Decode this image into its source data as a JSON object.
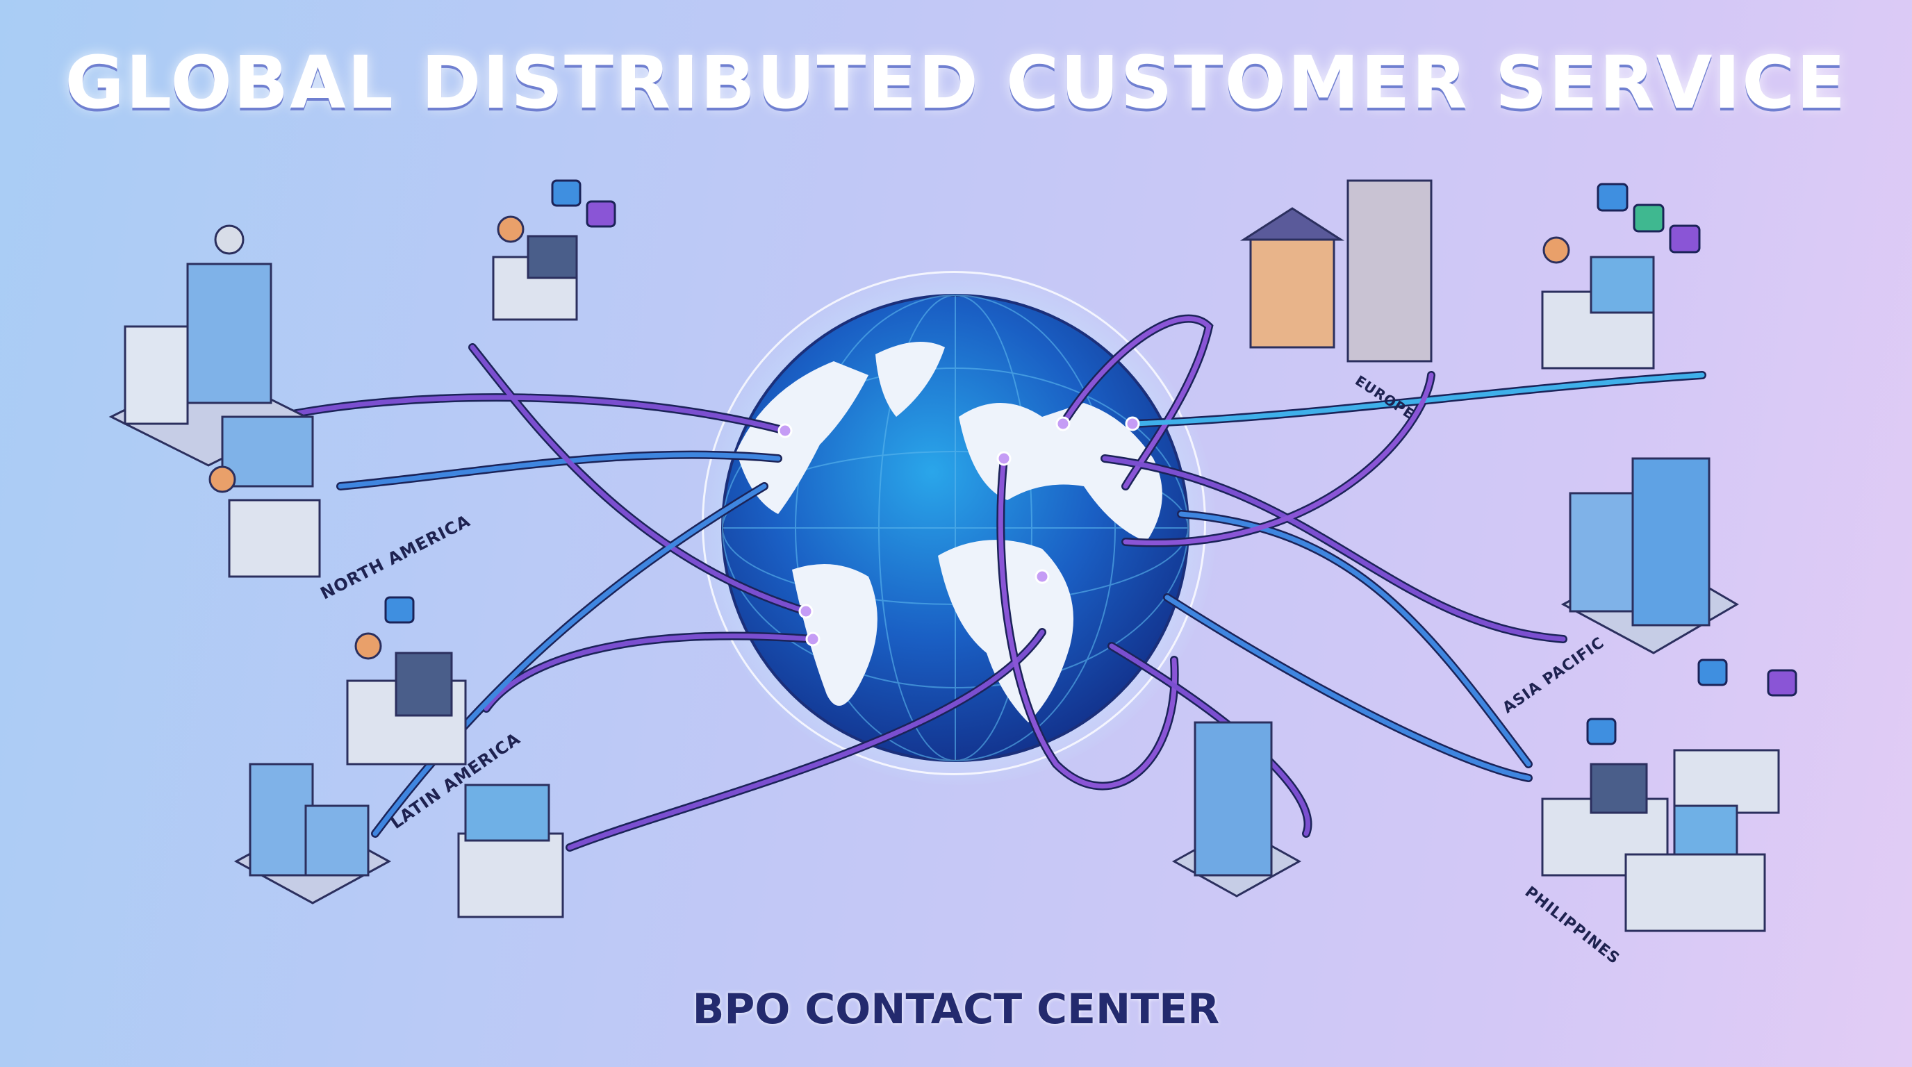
{
  "header": {
    "title": "GLOBAL DISTRIBUTED CUSTOMER SERVICE"
  },
  "footer": {
    "subtitle": "BPO CONTACT CENTER"
  },
  "regions": [
    {
      "label": "NORTH AMERICA"
    },
    {
      "label": "LATIN AMERICA"
    },
    {
      "label": "EUROPE"
    },
    {
      "label": "ASIA PACIFIC"
    },
    {
      "label": "PHILIPPINES"
    }
  ],
  "icons": {
    "chat": "chat-bubble-icon",
    "phone": "phone-icon",
    "email": "email-icon"
  },
  "colors": {
    "globe_ocean": "#1a5fc4",
    "globe_land": "#eef3fb",
    "arc_purple": "#7b4fd0",
    "arc_blue": "#3f86e0",
    "title_text": "#ffffff",
    "subtitle_text": "#232a6e"
  }
}
